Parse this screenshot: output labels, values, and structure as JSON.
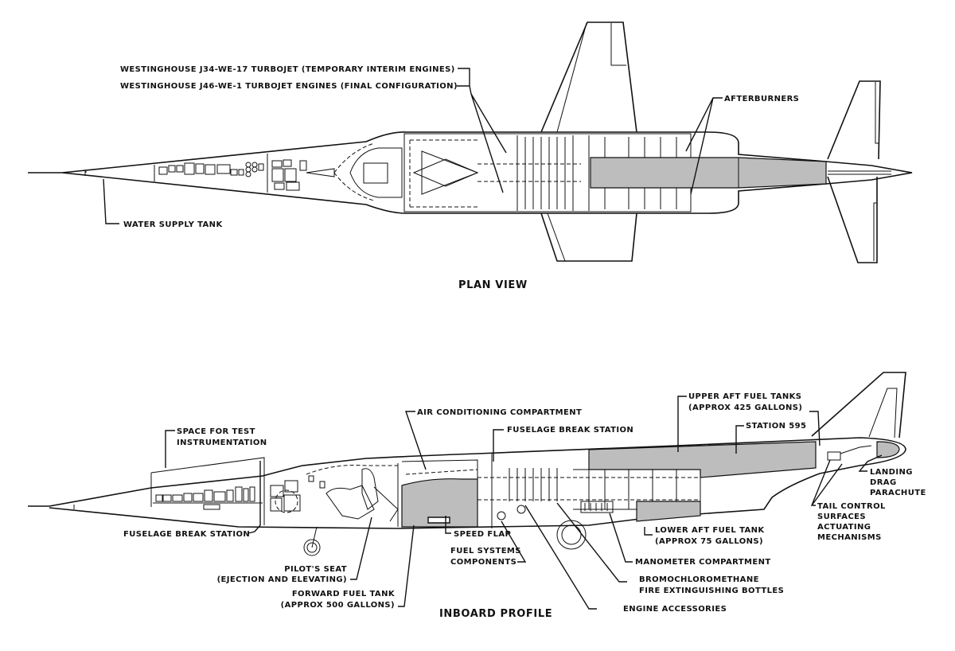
{
  "plan_view": {
    "title": "PLAN VIEW",
    "labels": {
      "j34": "WESTINGHOUSE J34-WE-17 TURBOJET (TEMPORARY INTERIM ENGINES)",
      "j46": "WESTINGHOUSE J46-WE-1 TURBOJET ENGINES (FINAL CONFIGURATION)",
      "afterburners": "AFTERBURNERS",
      "water_tank": "WATER SUPPLY TANK"
    }
  },
  "inboard_profile": {
    "title": "INBOARD PROFILE",
    "labels": {
      "test_instr_1": "SPACE FOR TEST",
      "test_instr_2": "INSTRUMENTATION",
      "air_cond": "AIR CONDITIONING COMPARTMENT",
      "fuse_break_upper": "FUSELAGE BREAK STATION",
      "upper_aft_1": "UPPER AFT FUEL TANKS",
      "upper_aft_2": "(APPROX 425 GALLONS)",
      "station": "STATION 595",
      "landing_1": "LANDING",
      "landing_2": "DRAG",
      "landing_3": "PARACHUTE",
      "tail_1": "TAIL CONTROL",
      "tail_2": "SURFACES",
      "tail_3": "ACTUATING",
      "tail_4": "MECHANISMS",
      "fuse_break_lower": "FUSELAGE BREAK STATION",
      "pilot_1": "PILOT'S SEAT",
      "pilot_2": "(EJECTION AND ELEVATING)",
      "fwd_fuel_1": "FORWARD FUEL TANK",
      "fwd_fuel_2": "(APPROX 500 GALLONS)",
      "speed_flap": "SPEED FLAP",
      "fuel_sys_1": "FUEL SYSTEMS",
      "fuel_sys_2": "COMPONENTS",
      "lower_aft_1": "LOWER AFT FUEL TANK",
      "lower_aft_2": "(APPROX 75 GALLONS)",
      "manometer": "MANOMETER COMPARTMENT",
      "bromo_1": "BROMOCHLOROMETHANE",
      "bromo_2": "FIRE EXTINGUISHING BOTTLES",
      "engine_acc": "ENGINE ACCESSORIES"
    }
  }
}
